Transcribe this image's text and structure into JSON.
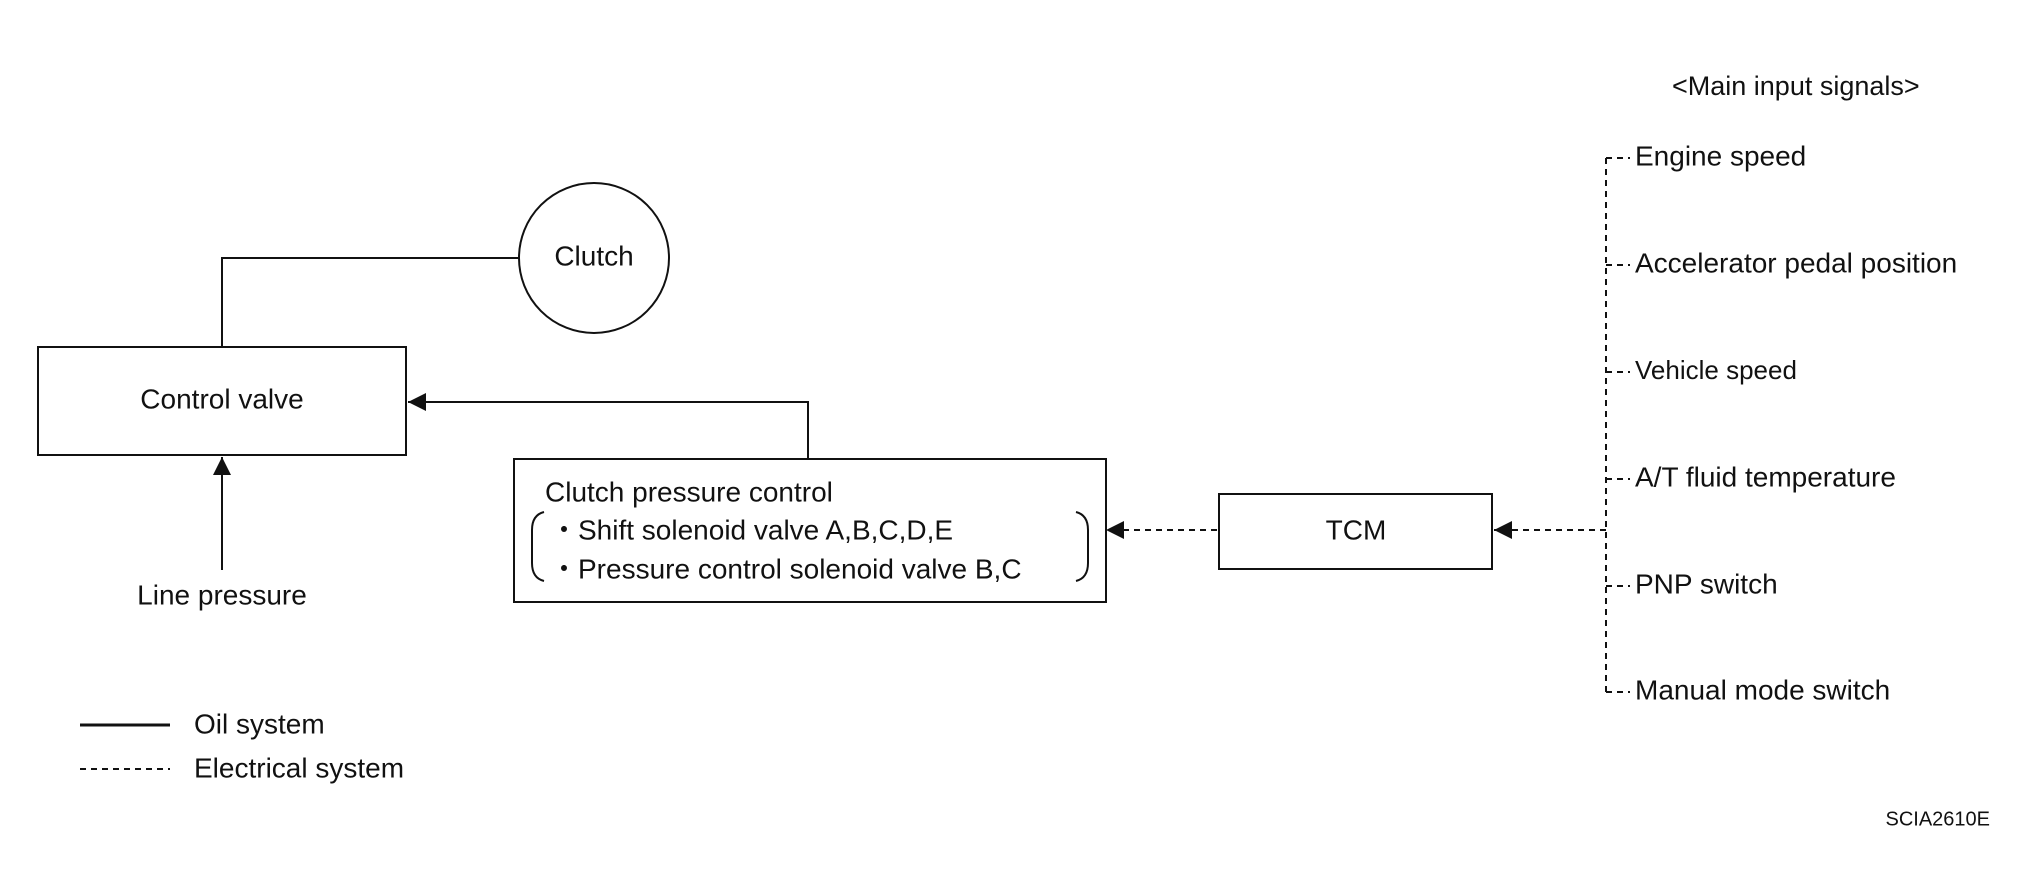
{
  "nodes": {
    "clutch": "Clutch",
    "control_valve": "Control valve",
    "line_pressure": "Line pressure",
    "clutch_pressure_control": {
      "title": "Clutch pressure control",
      "items": [
        "・Shift solenoid valve A,B,C,D,E",
        "・Pressure control solenoid valve B,C"
      ]
    },
    "tcm": "TCM"
  },
  "inputs": {
    "heading": "<Main input signals>",
    "signals": [
      "Engine speed",
      "Accelerator pedal position",
      "Vehicle speed",
      "A/T fluid temperature",
      "PNP switch",
      "Manual mode switch"
    ]
  },
  "legend": {
    "oil": "Oil system",
    "electrical": "Electrical system"
  },
  "figure_code": "SCIA2610E"
}
